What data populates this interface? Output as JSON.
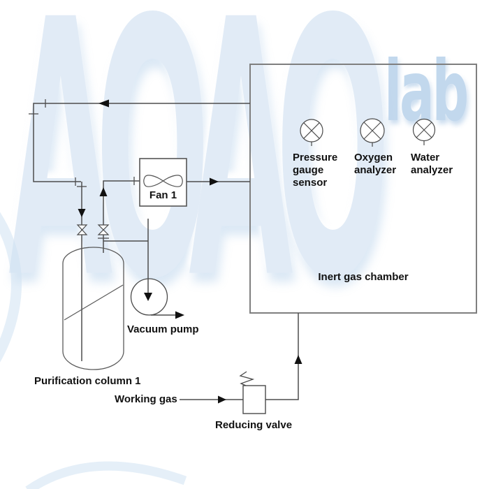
{
  "watermark": {
    "main_text": "AOAO",
    "sub_text": "lab"
  },
  "labels": {
    "inert_gas_chamber": "Inert gas chamber",
    "pressure_gauge_sensor": "Pressure\ngauge\nsensor",
    "oxygen_analyzer": "Oxygen\nanalyzer",
    "water_analyzer": "Water\nanalyzer",
    "fan": "Fan 1",
    "vacuum_pump": "Vacuum pump",
    "purification_column": "Purification column 1",
    "working_gas": "Working gas",
    "reducing_valve": "Reducing valve"
  },
  "colors": {
    "pipe_line": "#4d4d4d",
    "arrow_fill": "#111111",
    "chamber_border": "#7f7f7f",
    "equipment_stroke": "#555555",
    "label_text": "#111111",
    "watermark_blue": "#c9dcf0",
    "background": "#ffffff"
  }
}
